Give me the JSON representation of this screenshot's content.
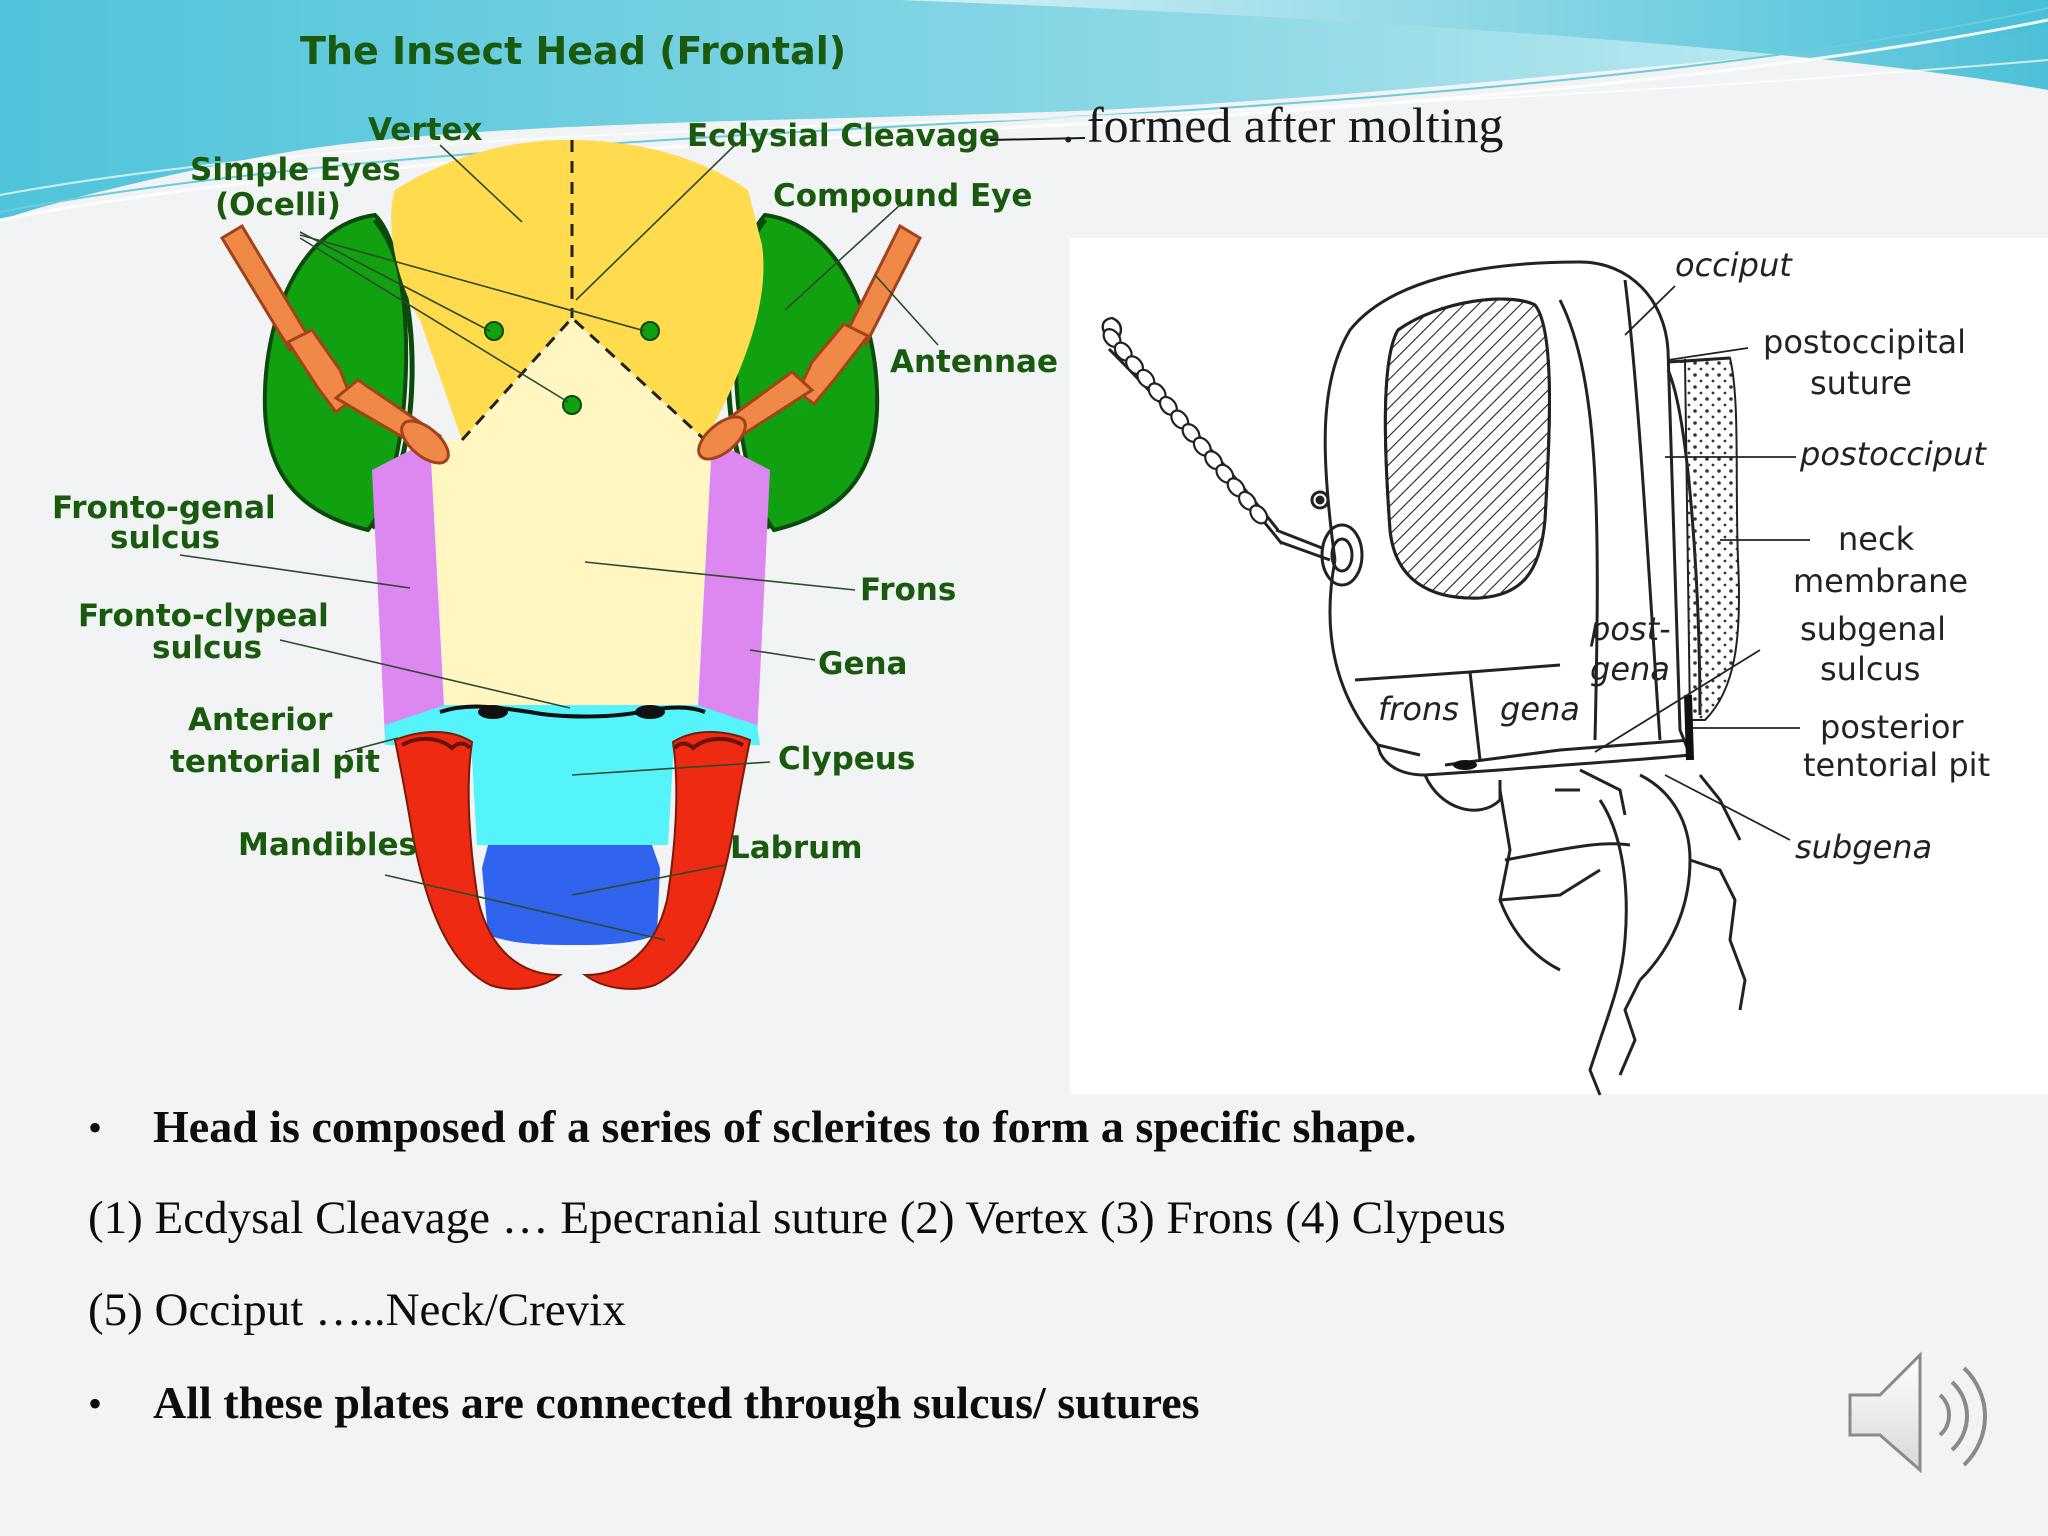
{
  "slide": {
    "annotation": ". formed after molting",
    "bullets": [
      {
        "text": "Head is composed of a series of sclerites  to form a specific shape.",
        "bold": true,
        "bullet": "•"
      },
      {
        "text": "(1) Ecdysal Cleavage … Epecranial suture (2) Vertex (3) Frons (4) Clypeus",
        "bold": false
      },
      {
        "text": "(5) Occiput …..Neck/Crevix",
        "bold": false
      },
      {
        "text": "All these plates are connected through sulcus/ sutures",
        "bold": true,
        "bullet": "•"
      }
    ]
  },
  "frontal_diagram": {
    "title": "The Insect Head (Frontal)",
    "labels": {
      "vertex": "Vertex",
      "simple_eyes_1": "Simple Eyes",
      "simple_eyes_2": "(Ocelli)",
      "ecdysial": "Ecdysial Cleavage",
      "compound_eye": "Compound Eye",
      "antennae": "Antennae",
      "fronto_genal_1": "Fronto-genal",
      "fronto_genal_2": "sulcus",
      "fronto_clypeal_1": "Fronto-clypeal",
      "fronto_clypeal_2": "sulcus",
      "anterior_1": "Anterior",
      "anterior_2": "tentorial pit",
      "mandibles": "Mandibles",
      "frons": "Frons",
      "gena": "Gena",
      "clypeus": "Clypeus",
      "labrum": "Labrum"
    },
    "colors": {
      "vertex": "#ffdb4d",
      "frons": "#fff6c2",
      "compound_eye": "#10a010",
      "gena": "#dd88f0",
      "clypeus": "#55f4fb",
      "labrum": "#3064ef",
      "mandible": "#ee2b12",
      "antenna": "#f08848",
      "title": "#1a5a0e",
      "label": "#1a5a0e"
    }
  },
  "lateral_diagram": {
    "labels": {
      "occiput": "occiput",
      "postoccipital_1": "postoccipital",
      "postoccipital_2": "suture",
      "postocciput": "postocciput",
      "neck_1": "neck",
      "neck_2": "membrane",
      "subgenal_1": "subgenal",
      "subgenal_2": "sulcus",
      "posterior_1": "posterior",
      "posterior_2": "tentorial pit",
      "subgena": "subgena",
      "post_gena_1": "post-",
      "post_gena_2": "gena",
      "frons": "frons",
      "gena": "gena"
    }
  },
  "audio_icon": {
    "name": "speaker-icon"
  }
}
